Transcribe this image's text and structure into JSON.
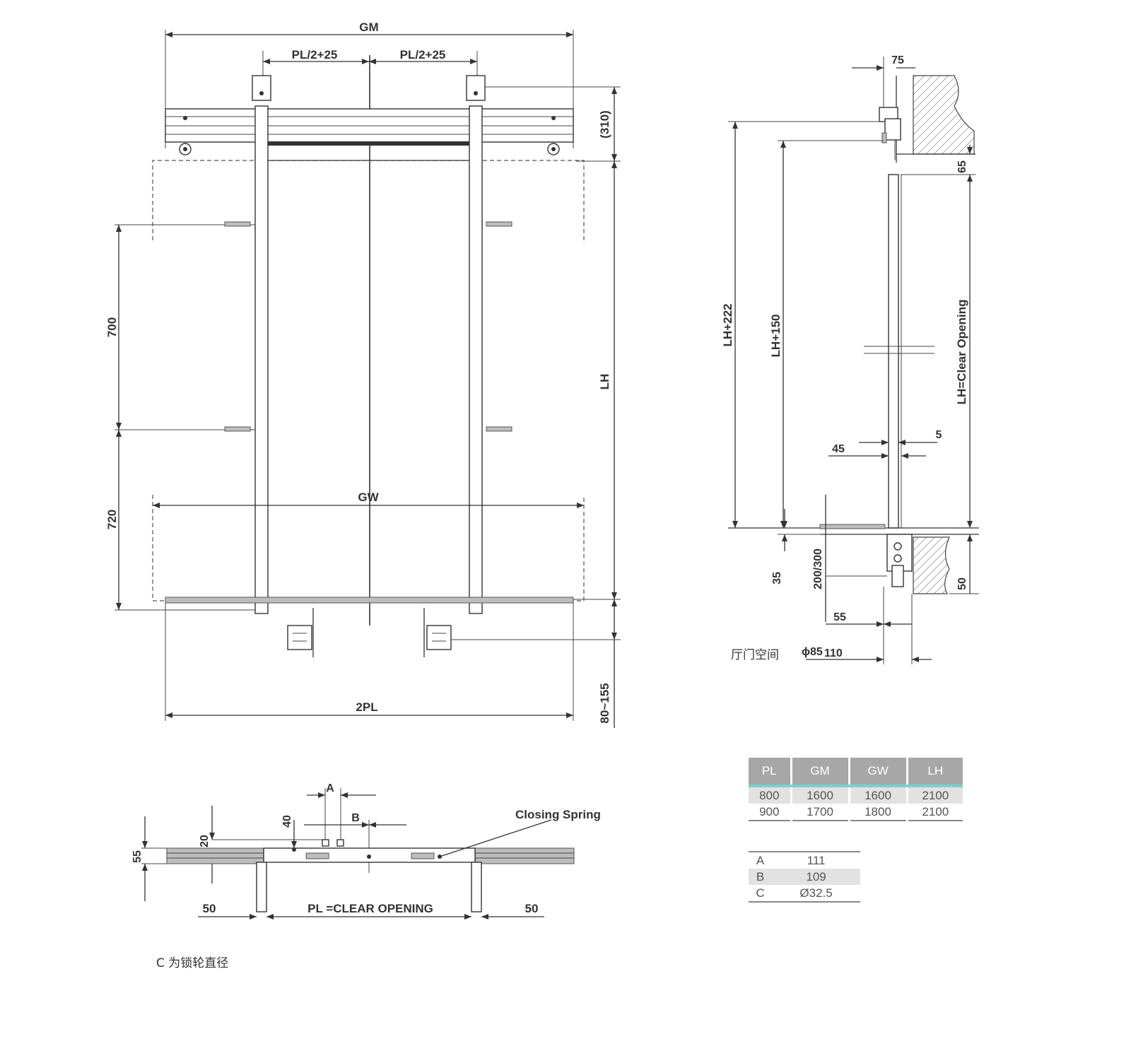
{
  "front_view": {
    "dim_gm": "GM",
    "dim_pl_left": "PL/2+25",
    "dim_pl_right": "PL/2+25",
    "dim_310": "(310)",
    "dim_700": "700",
    "dim_720": "720",
    "dim_lh": "LH",
    "dim_gw": "GW",
    "dim_2pl": "2PL",
    "dim_80_155": "80~155"
  },
  "side_view": {
    "dim_75": "75",
    "dim_65": "65",
    "dim_lh222": "LH+222",
    "dim_lh150": "LH+150",
    "dim_lh_clear": "LH=Clear Opening",
    "dim_5": "5",
    "dim_45": "45",
    "dim_35": "35",
    "dim_200_300": "200/300",
    "dim_50": "50",
    "dim_55": "55",
    "label_hall_space": "厅门空间",
    "dim_phi85": "ϕ85",
    "dim_110": "110"
  },
  "plan_view": {
    "dim_a": "A",
    "dim_b": "B",
    "dim_40": "40",
    "dim_20": "20",
    "dim_55": "55",
    "dim_50_left": "50",
    "dim_50_right": "50",
    "dim_clear_opening": "PL =CLEAR OPENING",
    "label_closing_spring": "Closing Spring"
  },
  "note": "C 为锁轮直径",
  "spec_table": {
    "headers": [
      "PL",
      "GM",
      "GW",
      "LH"
    ],
    "rows": [
      [
        "800",
        "1600",
        "1600",
        "2100"
      ],
      [
        "900",
        "1700",
        "1800",
        "2100"
      ]
    ]
  },
  "abc_table": {
    "rows": [
      [
        "A",
        "111"
      ],
      [
        "B",
        "109"
      ],
      [
        "C",
        "Ø32.5"
      ]
    ]
  }
}
